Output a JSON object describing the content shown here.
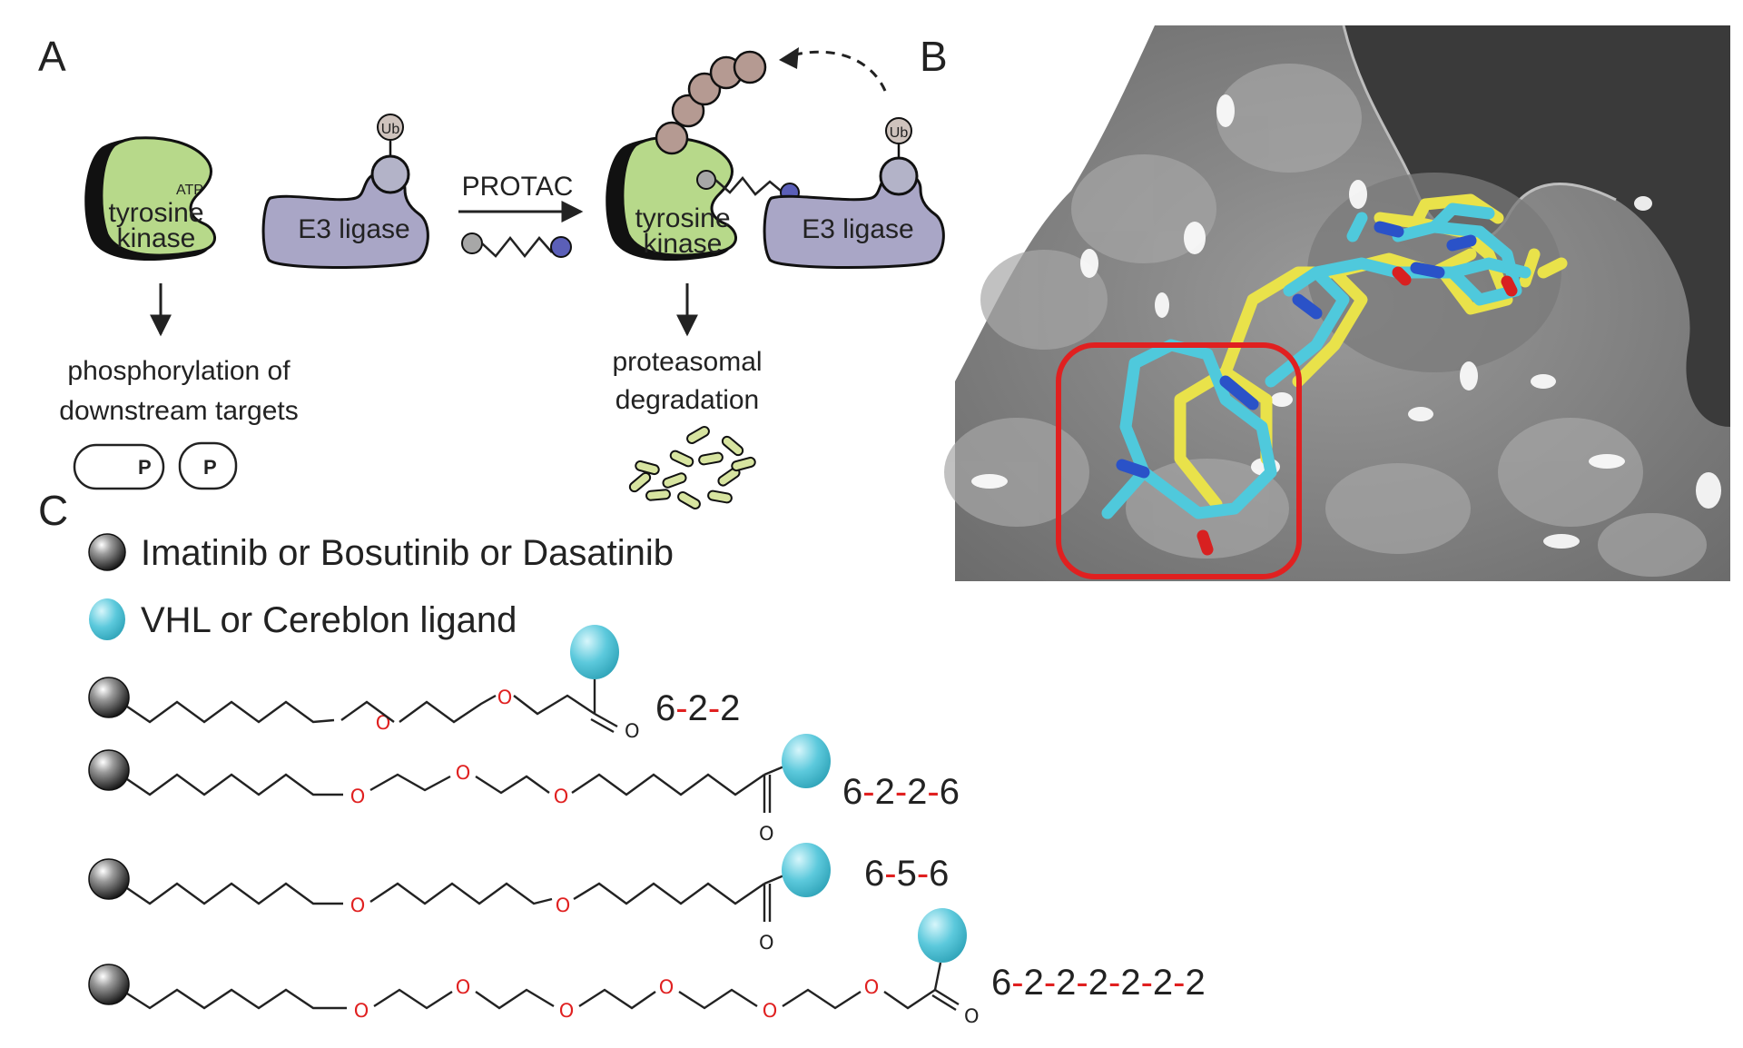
{
  "panels": {
    "a": "A",
    "b": "B",
    "c": "C"
  },
  "panel_a": {
    "kinase_label_line1": "tyrosine",
    "kinase_label_line2": "kinase",
    "atp_label": "ATP",
    "e3_label": "E3 ligase",
    "ub_label": "Ub",
    "protac_label": "PROTAC",
    "left_outcome_line1": "phosphorylation of",
    "left_outcome_line2": "downstream targets",
    "phospho_label": "P",
    "right_outcome_line1": "proteasomal",
    "right_outcome_line2": "degradation"
  },
  "panel_c": {
    "legend": [
      {
        "label": "Imatinib or Bosutinib or Dasatinib",
        "icon": "dark-sphere"
      },
      {
        "label": "VHL or Cereblon ligand",
        "icon": "cyan-sphere"
      }
    ],
    "linkers": [
      {
        "parts": [
          "6",
          "2",
          "2"
        ]
      },
      {
        "parts": [
          "6",
          "2",
          "2",
          "6"
        ]
      },
      {
        "parts": [
          "6",
          "5",
          "6"
        ]
      },
      {
        "parts": [
          "6",
          "2",
          "2",
          "2",
          "2",
          "2",
          "2"
        ]
      }
    ],
    "dash": "-",
    "oxygen": "O"
  },
  "colors": {
    "kinase_green": "#b7d98a",
    "e3_purple": "#a9a6c6",
    "ub_brown": "#b59a92",
    "surface_grey": "#8c8c8c",
    "highlight_red": "#e02020",
    "ligand_cyan": "#4fc9dc",
    "ligand_yellow": "#e9e24a",
    "nitrogen_blue": "#2a52c8",
    "dash_red": "#e02020"
  }
}
